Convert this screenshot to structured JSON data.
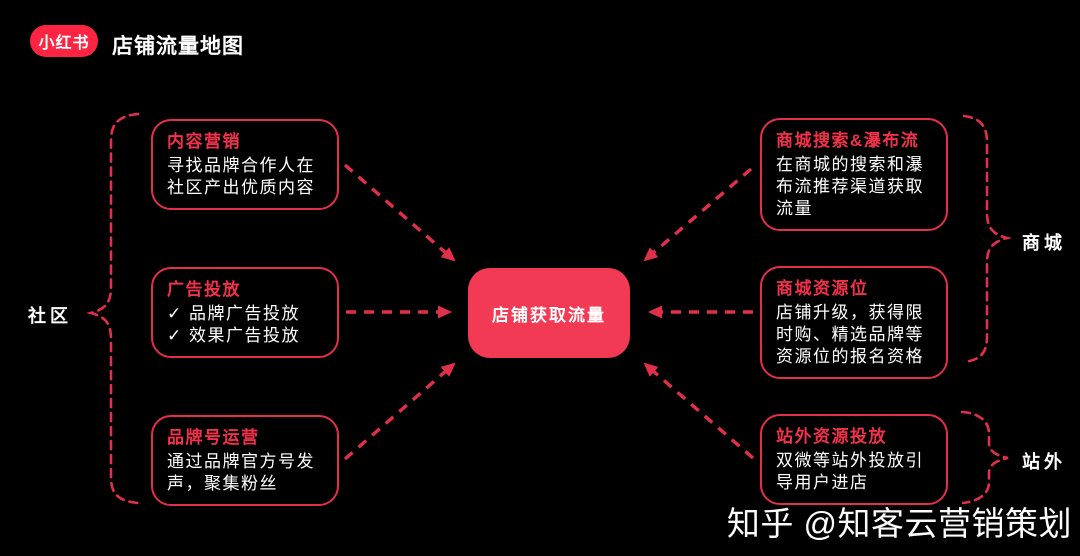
{
  "header": {
    "logo": "小红书",
    "title": "店铺流量地图"
  },
  "center_node": {
    "label": "店铺获取流量"
  },
  "groups": {
    "community": {
      "label": "社区"
    },
    "mall": {
      "label": "商城"
    },
    "offsite": {
      "label": "站外"
    }
  },
  "left_boxes": [
    {
      "title": "内容营销",
      "lines": [
        "寻找品牌合作人在",
        "社区产出优质内容"
      ]
    },
    {
      "title": "广告投放",
      "lines": [
        "✓ 品牌广告投放",
        "✓ 效果广告投放"
      ]
    },
    {
      "title": "品牌号运营",
      "lines": [
        "通过品牌官方号发",
        "声，聚集粉丝"
      ]
    }
  ],
  "right_boxes": [
    {
      "title": "商城搜索&瀑布流",
      "lines": [
        "在商城的搜索和瀑",
        "布流推荐渠道获取",
        "流量"
      ]
    },
    {
      "title": "商城资源位",
      "lines": [
        "店铺升级，获得限",
        "时购、精选品牌等",
        "资源位的报名资格"
      ]
    },
    {
      "title": "站外资源投放",
      "lines": [
        "双微等站外投放引",
        "导用户进店"
      ]
    }
  ],
  "watermark": {
    "text": "知乎 @知客云营销策划"
  },
  "colors": {
    "background": "#000000",
    "brand_red": "#ff2442",
    "line_red": "#e2304a",
    "title_red": "#f2314b",
    "center_fill": "#f23a54",
    "text_white": "#ffffff"
  }
}
